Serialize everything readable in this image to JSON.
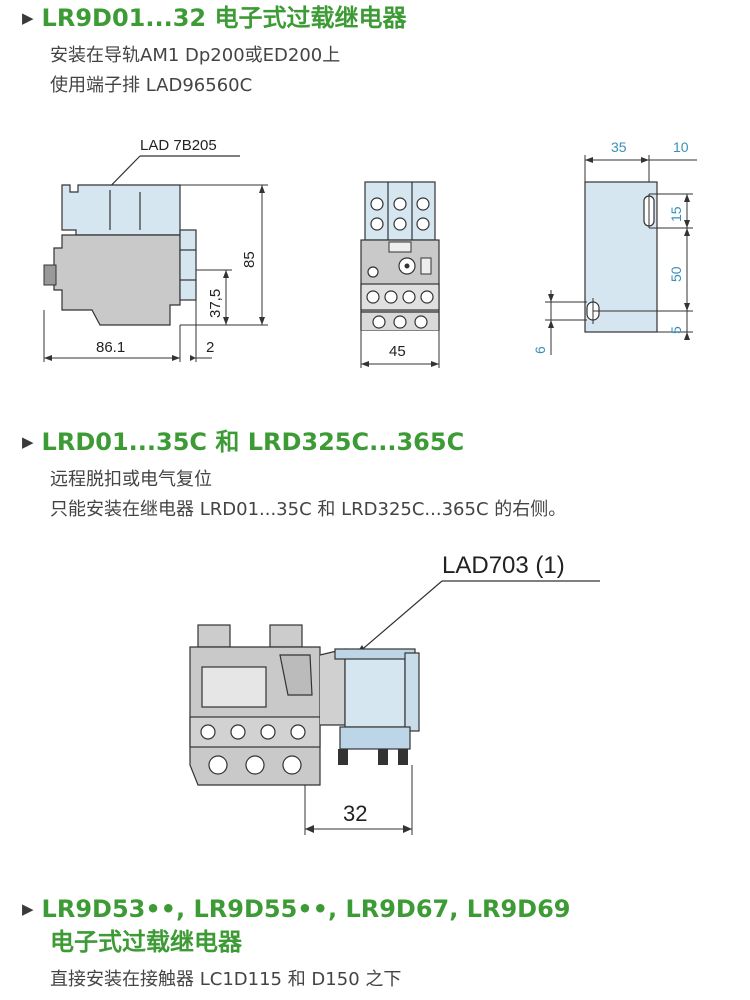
{
  "colors": {
    "heading": "#3d9b35",
    "part_blue": "#d6e6f1",
    "part_gray": "#c9c9c9",
    "dim_cyan": "#3a8fb7"
  },
  "sections": [
    {
      "title": "LR9D01...32 电子式过载继电器",
      "lines": [
        "安装在导轨AM1 Dp200或ED200上",
        "使用端子排 LAD96560C"
      ]
    },
    {
      "title": "LRD01...35C 和 LRD325C...365C",
      "lines": [
        "远程脱扣或电气复位",
        "只能安装在继电器 LRD01...35C 和 LRD325C...365C 的右侧。"
      ]
    },
    {
      "title_line1": "LR9D53••, LR9D55••, LR9D67, LR9D69",
      "title_line2": "电子式过载继电器",
      "lines": [
        "直接安装在接触器 LC1D115 和 D150 之下"
      ]
    }
  ],
  "diagram1": {
    "side_view": {
      "callout": "LAD 7B205",
      "dim_height": "85",
      "dim_rail": "37,5",
      "dim_depth": "86.1",
      "dim_gap": "2"
    },
    "front_view": {
      "dim_width": "45"
    },
    "mount_view": {
      "dim_top_a": "35",
      "dim_top_b": "10",
      "dim_right_a": "15",
      "dim_right_b": "50",
      "dim_right_c": "5",
      "dim_left": "6"
    }
  },
  "diagram2": {
    "callout": "LAD703 (1)",
    "dim_width": "32"
  }
}
